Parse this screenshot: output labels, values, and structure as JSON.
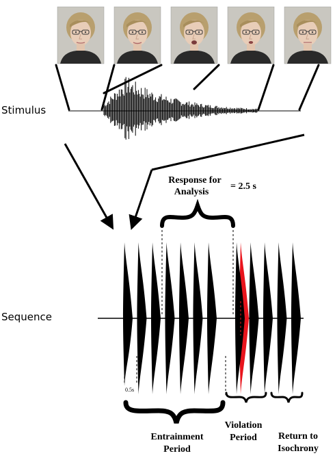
{
  "labels": {
    "stimulus": "Stimulus",
    "sequence": "Sequence",
    "response_line1": "Response for",
    "response_line2": "Analysis",
    "response_value": "= 2.5 s",
    "interval": "0.5s",
    "entrainment_line1": "Entrainment",
    "entrainment_line2": "Period",
    "violation_line1": "Violation",
    "violation_line2": "Period",
    "return_line1": "Return to",
    "return_line2": "Isochrony"
  },
  "sequence": {
    "pulse_count": 13,
    "violation_index": 7,
    "pulse_color": "#000000",
    "violation_color": "#e8141c"
  },
  "stimulus_frames": {
    "count": 5,
    "background": "#c9c7c0"
  }
}
